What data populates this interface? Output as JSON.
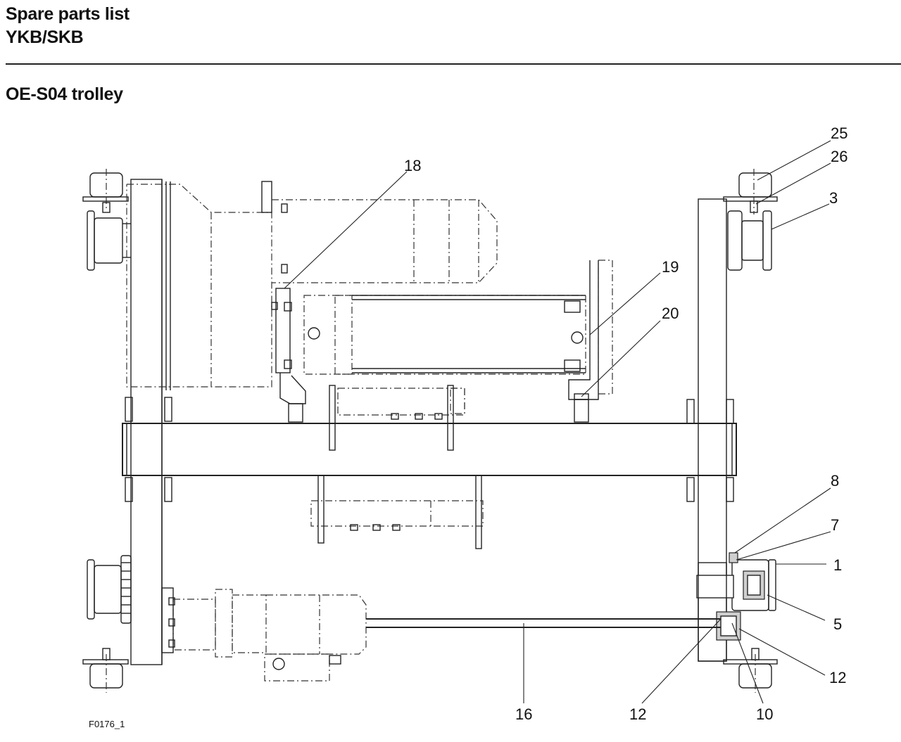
{
  "header": {
    "title_line1": "Spare parts list",
    "title_line2": "YKB/SKB"
  },
  "section": {
    "title": "OE-S04 trolley"
  },
  "figure": {
    "code": "F0176_1",
    "callouts": {
      "c25": "25",
      "c26": "26",
      "c3": "3",
      "c18": "18",
      "c19": "19",
      "c20": "20",
      "c8": "8",
      "c7": "7",
      "c1": "1",
      "c5": "5",
      "c12a": "12",
      "c16": "16",
      "c12b": "12",
      "c10": "10"
    }
  }
}
